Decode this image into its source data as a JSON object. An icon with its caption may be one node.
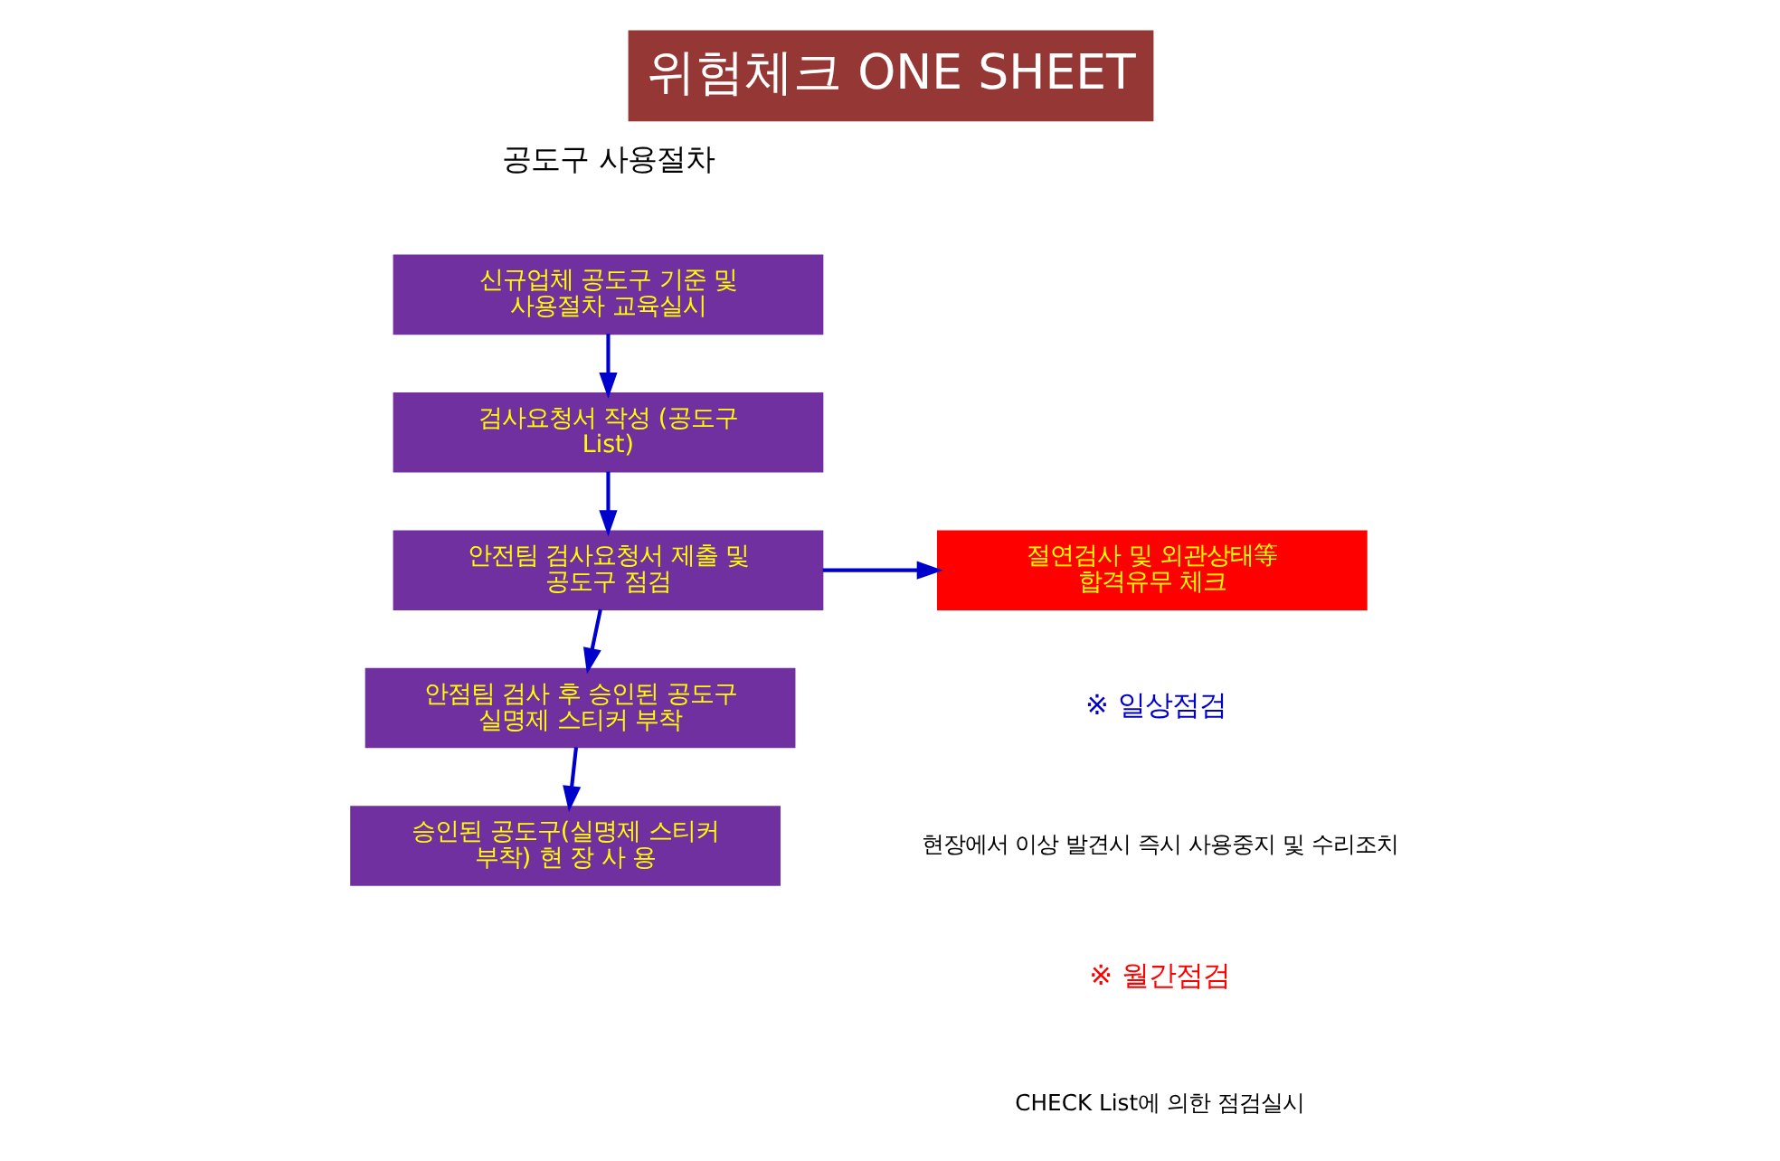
{
  "diagram": {
    "title": "위험체크 ONE SHEET",
    "nodes": [
      {
        "text": [
          "신규업체 공도구 기준 및 사용절차 교육실시"
        ]
      },
      {
        "text": [
          "검사요청서 작성 (공도구 List)"
        ]
      },
      {
        "text": [
          "안전팀 검사요청서 제출 및 공도구 점검"
        ]
      },
      {
        "text": [
          "안점팀 검사 후 승인된 공도구 실명제 스티커 부착"
        ]
      },
      {
        "text": [
          "승인된 공도구(실명제 스티커 부착) 현 장 사 용"
        ]
      },
      {
        "text": [
          "절연검사 및 외관상태等 합격유무 체크"
        ]
      }
    ],
    "edges": [
      {
        "from": 0,
        "to": 1,
        "arrow": "to"
      },
      {
        "from": 1,
        "to": 2,
        "arrow": "to"
      },
      {
        "from": 2,
        "to": 3,
        "arrow": "to"
      },
      {
        "from": 3,
        "to": 4,
        "arrow": "to"
      },
      {
        "from": 2,
        "to": 5,
        "arrow": "to"
      }
    ],
    "labels": [
      "공도구 사용절차",
      "※ 일상점검",
      "현장에서 이상 발견시 즉시 사용중지 및 수리조치",
      "※ 월간점검",
      "CHECK List에 의한 점검실시"
    ]
  }
}
